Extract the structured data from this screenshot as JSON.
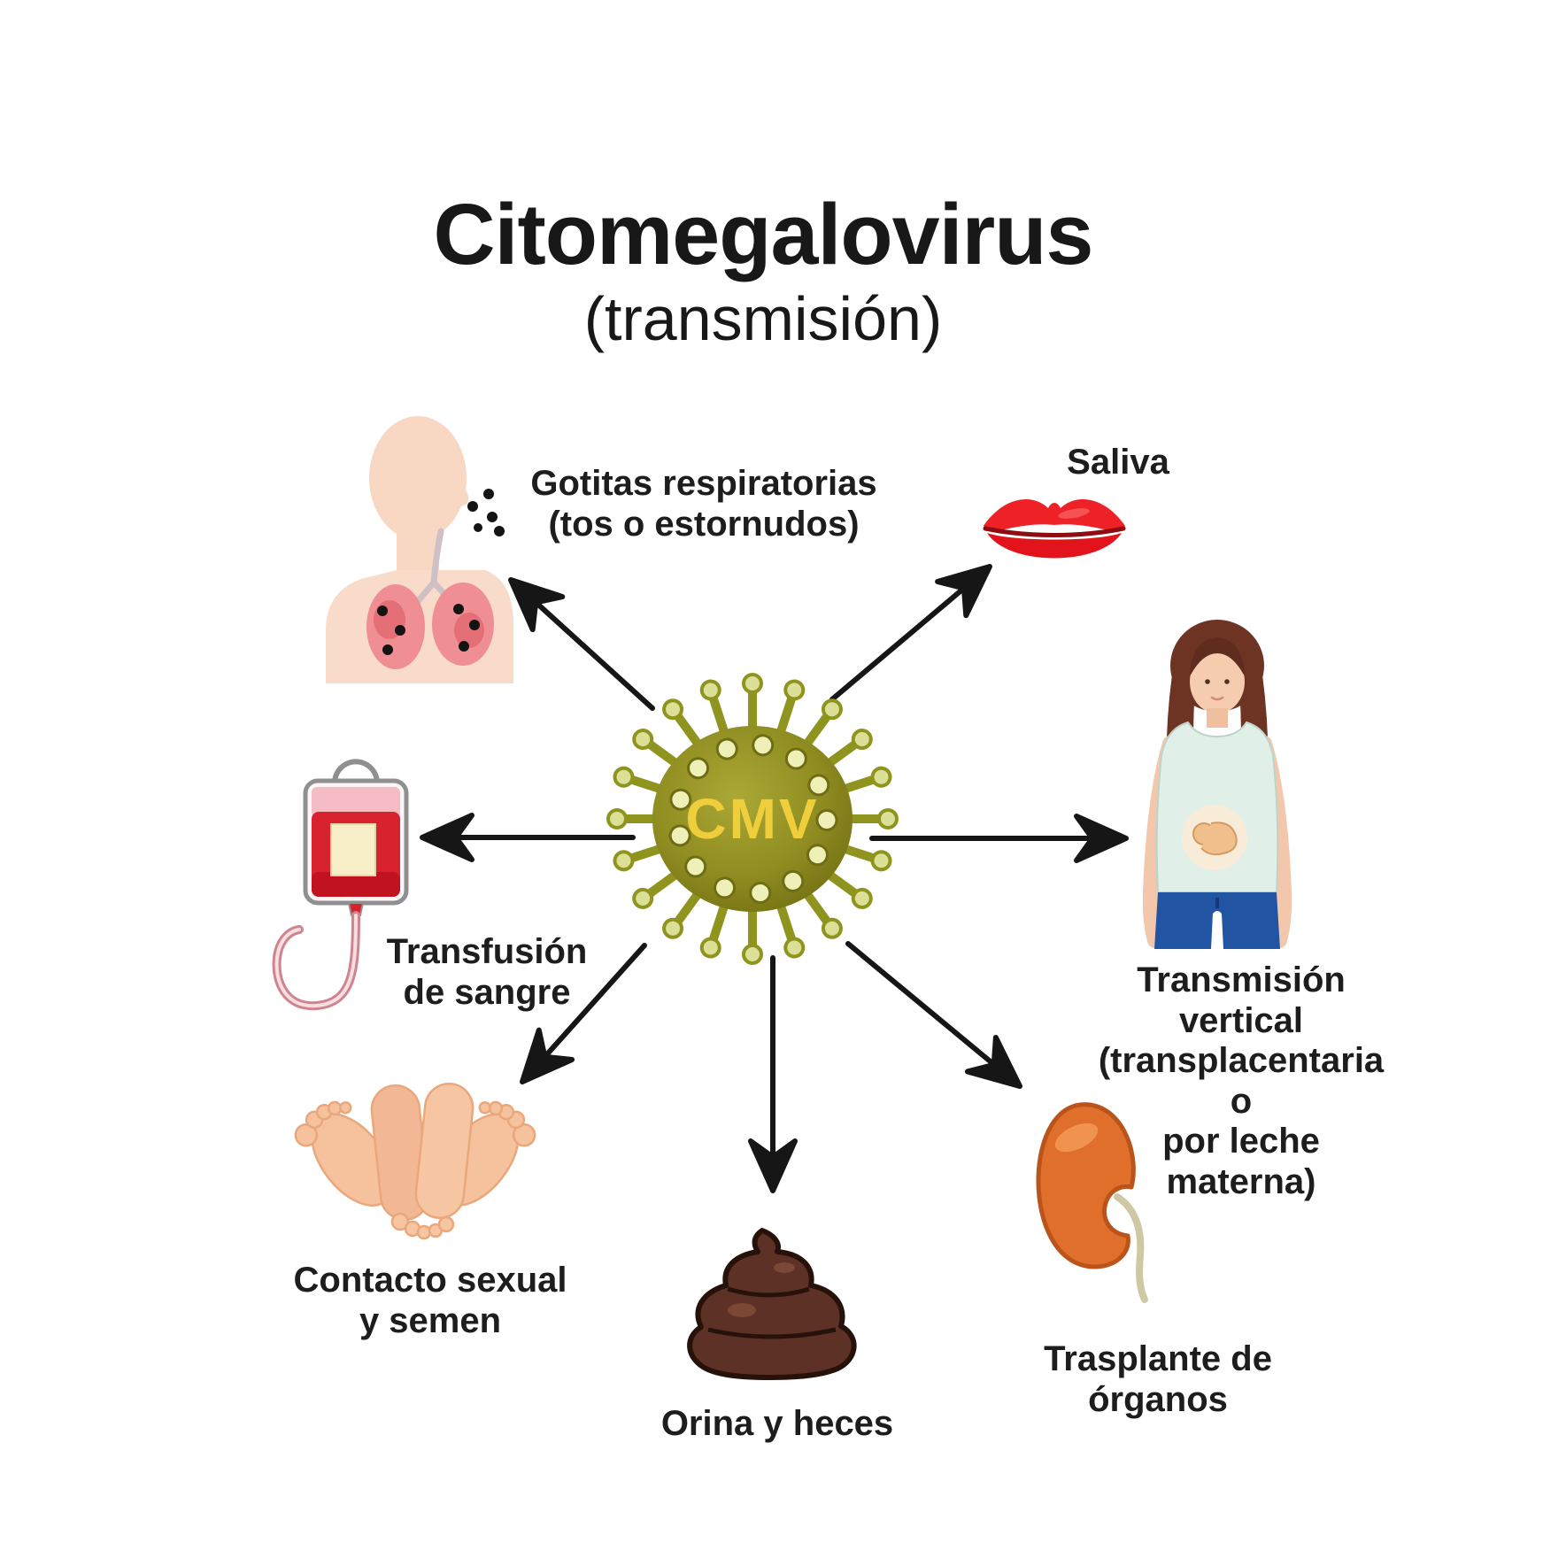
{
  "header": {
    "title": "Citomegalovirus",
    "subtitle": "(transmisión)"
  },
  "virus": {
    "label": "CMV"
  },
  "spokes": [
    {
      "name": "respiratory-droplets",
      "label": "Gotitas respiratorias\n(tos o estornudos)"
    },
    {
      "name": "saliva",
      "label": "Saliva"
    },
    {
      "name": "vertical-transmission",
      "label": "Transmisión vertical\n(transplacentaria o\npor leche materna)"
    },
    {
      "name": "blood-transfusion",
      "label": "Transfusión\nde sangre"
    },
    {
      "name": "sexual-contact",
      "label": "Contacto sexual\ny semen"
    },
    {
      "name": "urine-feces",
      "label": "Orina y heces"
    },
    {
      "name": "organ-transplant",
      "label": "Trasplante de\nórganos"
    }
  ],
  "colors": {
    "text": "#1d1d1d",
    "arrow": "#161616",
    "virus_body": "#8f8c21",
    "virus_label": "#efce3b",
    "lips_red": "#ee2127",
    "blood_red": "#d8222d",
    "kidney_orange": "#e06f2c",
    "feces_brown": "#5d3126",
    "jeans_blue": "#2254a4"
  }
}
